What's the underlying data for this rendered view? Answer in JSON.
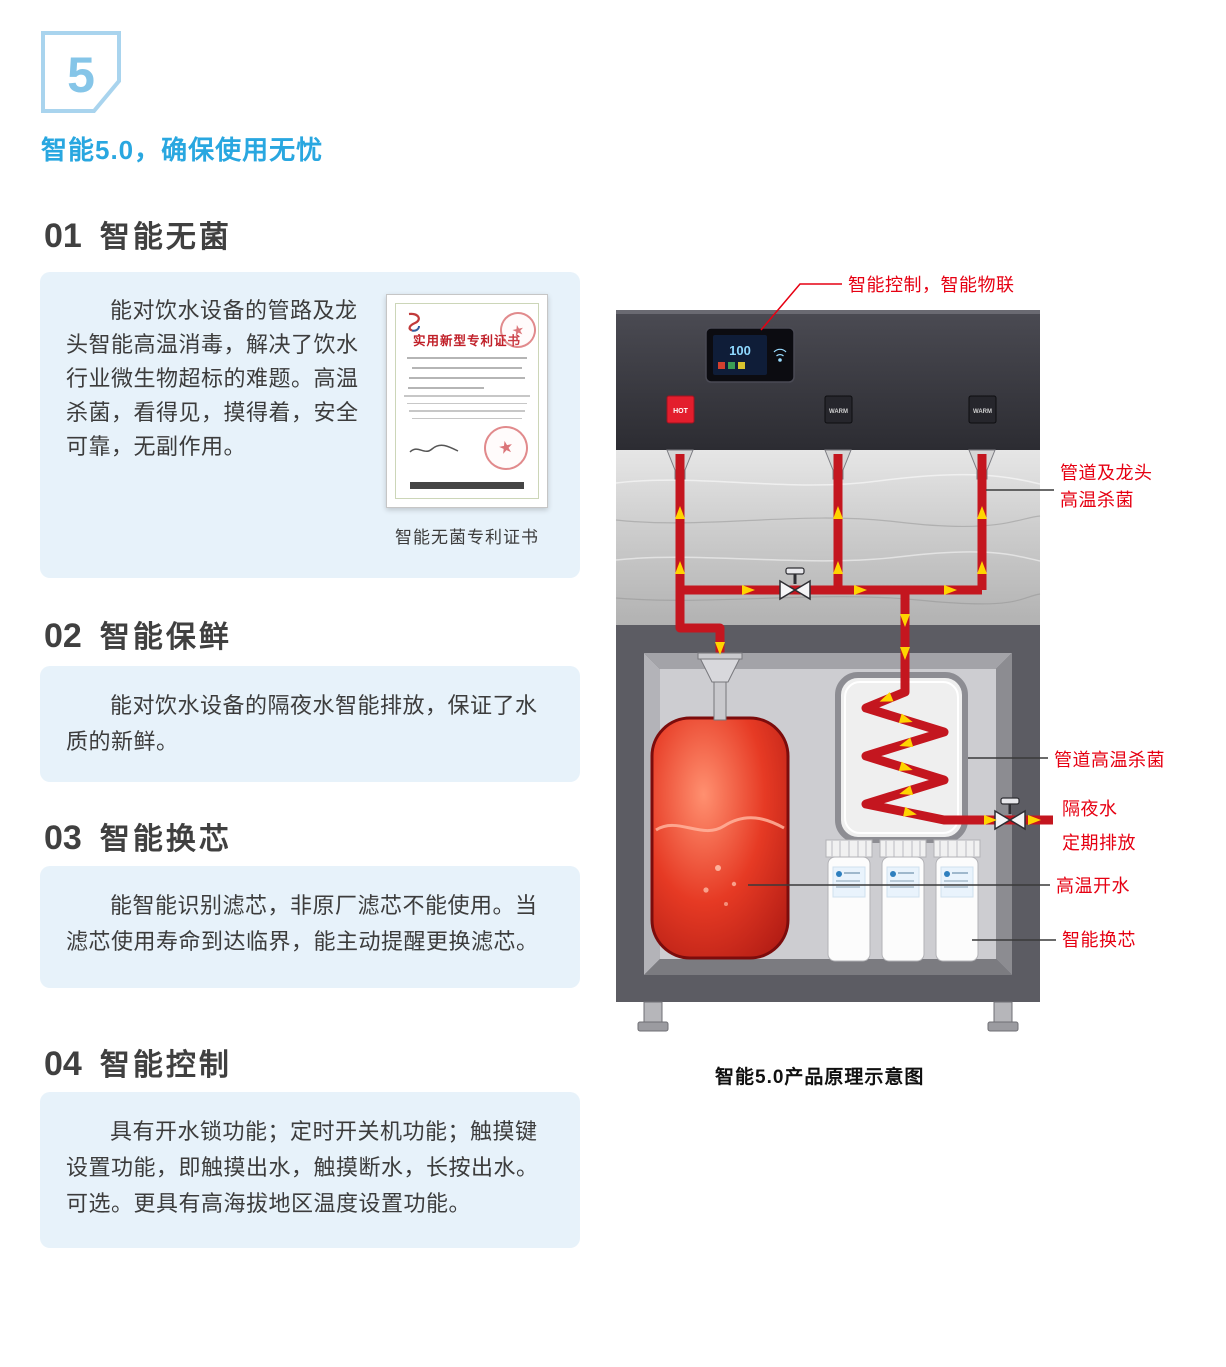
{
  "page": {
    "badge_number": "5",
    "title": "智能5.0，确保使用无忧"
  },
  "sections": [
    {
      "num": "01",
      "title": "智能无菌",
      "body": "能对饮水设备的管路及龙头智能高温消毒，解决了饮水行业微生物超标的难题。高温杀菌，看得见，摸得着，安全可靠，无副作用。"
    },
    {
      "num": "02",
      "title": "智能保鲜",
      "body": "能对饮水设备的隔夜水智能排放，保证了水质的新鲜。"
    },
    {
      "num": "03",
      "title": "智能换芯",
      "body": "能智能识别滤芯，非原厂滤芯不能使用。当滤芯使用寿命到达临界，能主动提醒更换滤芯。"
    },
    {
      "num": "04",
      "title": "智能控制",
      "body": "具有开水锁功能；定时开关机功能；触摸键设置功能，即触摸出水，触摸断水，长按出水。可选。更具有高海拔地区温度设置功能。"
    }
  ],
  "certificate": {
    "title": "实用新型专利证书",
    "caption": "智能无菌专利证书"
  },
  "diagram": {
    "caption": "智能5.0产品原理示意图",
    "display_value": "100",
    "taps": {
      "hot": "HOT",
      "warm1": "WARM",
      "warm2": "WARM"
    },
    "callouts": {
      "control": "智能控制，智能物联",
      "pipe_faucet_line1": "管道及龙头",
      "pipe_faucet_line2": "高温杀菌",
      "pipe_sterilize": "管道高温杀菌",
      "overnight_line1": "隔夜水",
      "overnight_line2": "定期排放",
      "hot_water": "高温开水",
      "filter_change": "智能换芯"
    }
  },
  "colors": {
    "accent_blue": "#29a7e0",
    "callout_red": "#e60012",
    "box_background": "#e7f2fa",
    "pipe_red": "#c4161f",
    "arrow_yellow": "#ffd400"
  }
}
